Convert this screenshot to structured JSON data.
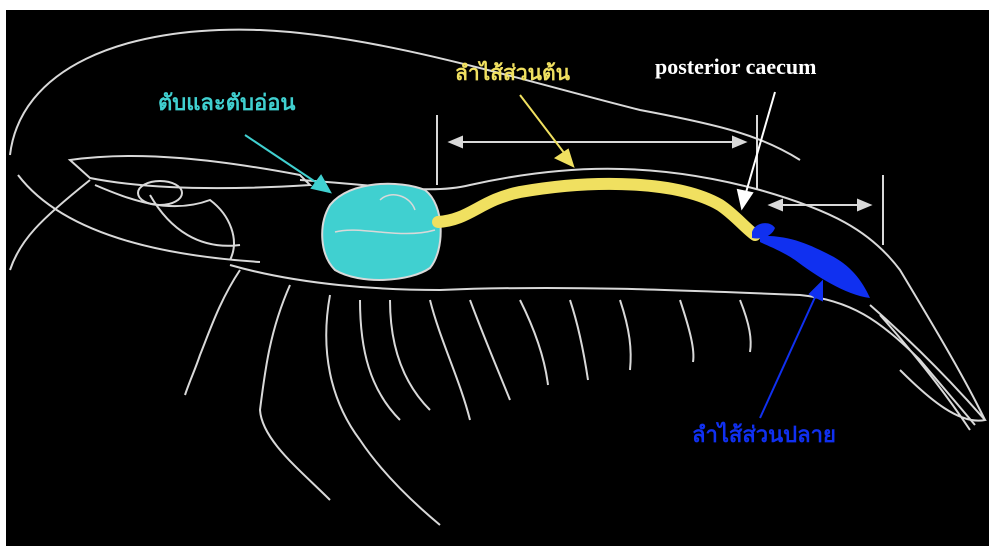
{
  "labels": {
    "hepatopancreas": "ตับและตับอ่อน",
    "anterior_midgut": "ลำไส้ส่วนต้น",
    "posterior_caecum": "posterior caecum",
    "posterior_midgut": "ลำไส้ส่วนปลาย"
  },
  "colors": {
    "background": "#000000",
    "outline": "#d9d9d9",
    "hepatopancreas": "#40d0d0",
    "anterior_midgut": "#f0e060",
    "posterior_region": "#1030f0",
    "caecum_pointer": "#ffffff"
  }
}
